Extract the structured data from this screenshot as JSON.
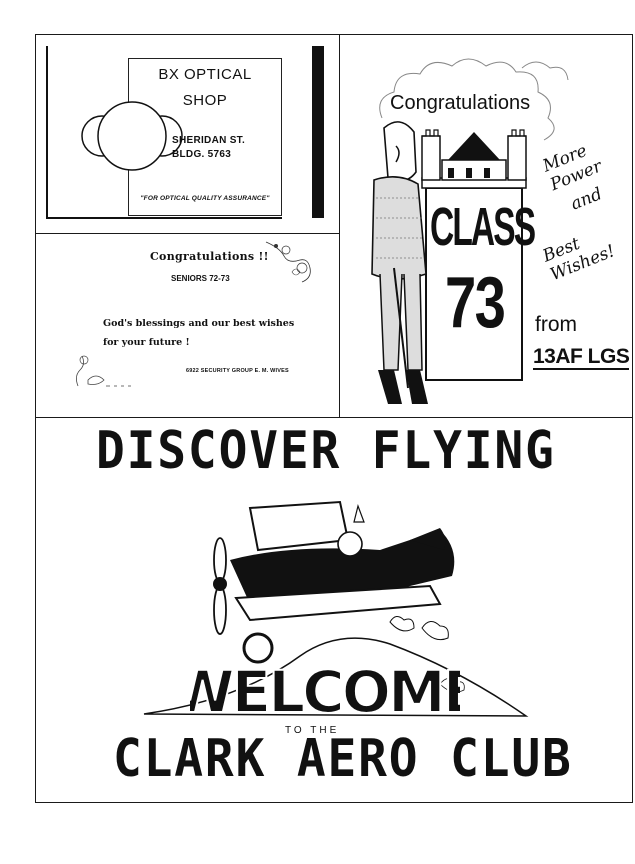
{
  "optical_ad": {
    "name_line1": "BX OPTICAL",
    "name_line2": "SHOP",
    "address_line1": "SHERIDAN ST.",
    "address_line2": "BLDG. 5763",
    "slogan": "\"FOR OPTICAL QUALITY ASSURANCE\""
  },
  "wives_ad": {
    "congrats": "Congratulations !!",
    "seniors": "SENIORS 72-73",
    "message_line1": "God's blessings and our best wishes",
    "message_line2": "for your future !",
    "signature": "6922 SECURITY GROUP E. M. WIVES"
  },
  "class_ad": {
    "congrats": "Congratulations",
    "class_word": "CLASS",
    "year": "73",
    "wish_line1": "More Power",
    "wish_line2": "and",
    "wish_line3": "Best Wishes!",
    "from": "from",
    "sender": "13AF LGS"
  },
  "aero_ad": {
    "headline": "DISCOVER FLYING",
    "welcome": "WELCOME",
    "to_the": "TO THE",
    "club_name": "CLARK AERO CLUB"
  }
}
